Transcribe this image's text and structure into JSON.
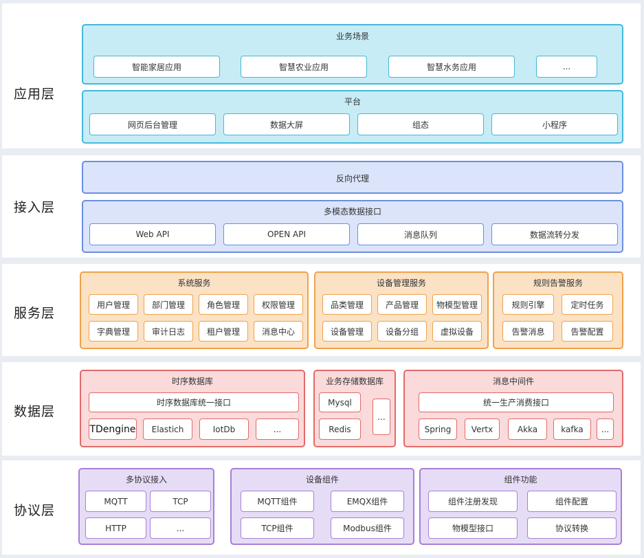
{
  "layers": {
    "app": {
      "label": "应用层",
      "scene": {
        "title": "业务场景",
        "items": [
          "智能家居应用",
          "智慧农业应用",
          "智慧水务应用",
          "..."
        ]
      },
      "platform": {
        "title": "平台",
        "items": [
          "网页后台管理",
          "数据大屏",
          "组态",
          "小程序"
        ]
      }
    },
    "access": {
      "label": "接入层",
      "proxy": {
        "title": "反向代理"
      },
      "multimodal": {
        "title": "多模态数据接口",
        "items": [
          "Web API",
          "OPEN API",
          "消息队列",
          "数据流转分发"
        ]
      }
    },
    "service": {
      "label": "服务层",
      "system": {
        "title": "系统服务",
        "items": [
          "用户管理",
          "部门管理",
          "角色管理",
          "权限管理",
          "字典管理",
          "审计日志",
          "租户管理",
          "消息中心"
        ]
      },
      "device": {
        "title": "设备管理服务",
        "items": [
          "品类管理",
          "产品管理",
          "物模型管理",
          "设备管理",
          "设备分组",
          "虚拟设备"
        ]
      },
      "rule": {
        "title": "规则告警服务",
        "items": [
          "规则引擎",
          "定时任务",
          "告警消息",
          "告警配置"
        ]
      }
    },
    "data": {
      "label": "数据层",
      "tsdb": {
        "title": "时序数据库",
        "unified": "时序数据库统一接口",
        "items": [
          "TDengine",
          "Elastich",
          "IotDb",
          "..."
        ]
      },
      "biz": {
        "title": "业务存储数据库",
        "items": [
          "Mysql",
          "Redis",
          "..."
        ]
      },
      "mq": {
        "title": "消息中间件",
        "unified": "统一生产消费接口",
        "items": [
          "Spring",
          "Vertx",
          "Akka",
          "kafka",
          "..."
        ]
      }
    },
    "protocol": {
      "label": "协议层",
      "multi": {
        "title": "多协议接入",
        "items": [
          "MQTT",
          "TCP",
          "HTTP",
          "..."
        ]
      },
      "component": {
        "title": "设备组件",
        "items": [
          "MQTT组件",
          "EMQX组件",
          "TCP组件",
          "Modbus组件"
        ]
      },
      "function": {
        "title": "组件功能",
        "items": [
          "组件注册发现",
          "组件配置",
          "物模型接口",
          "协议转换"
        ]
      }
    }
  }
}
